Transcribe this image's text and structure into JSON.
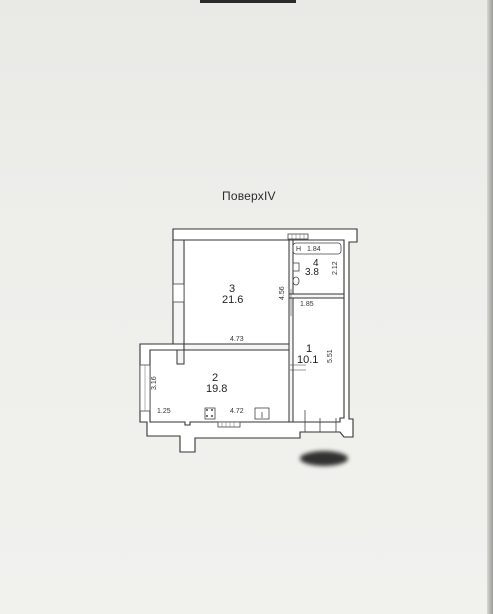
{
  "floor_plan": {
    "title": "ПоверхIV",
    "rooms": [
      {
        "number": "1",
        "area": "10.1"
      },
      {
        "number": "2",
        "area": "19.8"
      },
      {
        "number": "3",
        "area": "21.6"
      },
      {
        "number": "4",
        "area": "3.8"
      }
    ],
    "dimensions": {
      "room3_width": "4.73",
      "room3_depth": "4.56",
      "room2_width": "4.72",
      "room2_balcony_height": "3.16",
      "room2_balcony_width": "1.25",
      "room1_length": "5.51",
      "room1_width": "1.85",
      "room4_width": "1.84",
      "room4_height": "2.12"
    },
    "fixtures": {
      "bath_label": "H"
    }
  }
}
